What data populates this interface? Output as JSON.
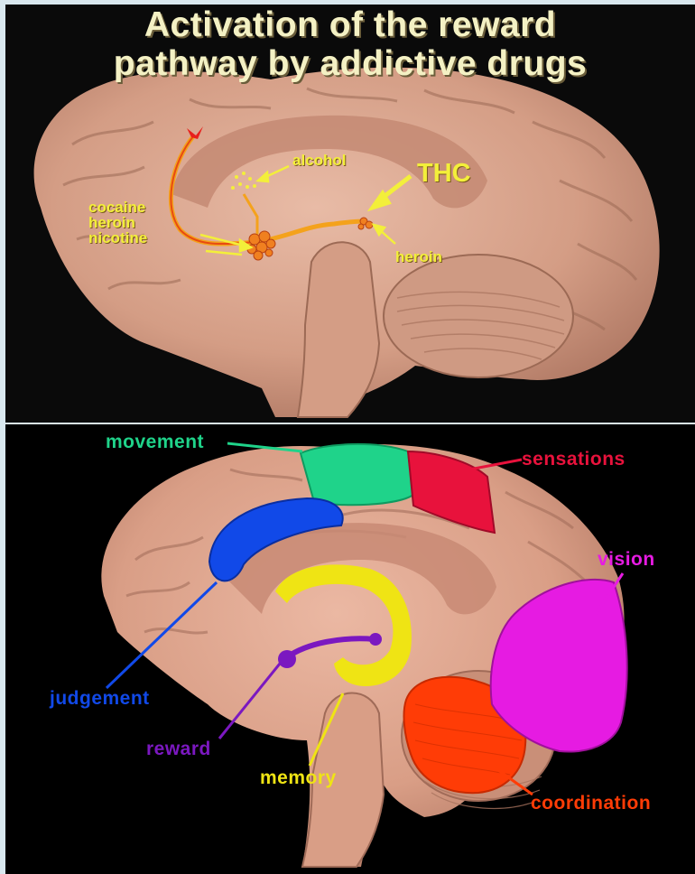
{
  "title_line1": "Activation of the reward",
  "title_line2": "pathway by addictive drugs",
  "top_labels": {
    "alcohol": "alcohol",
    "thc": "THC",
    "cocaine": "cocaine",
    "heroin_left": "heroin",
    "nicotine": "nicotine",
    "heroin_right": "heroin"
  },
  "bottom_labels": {
    "movement": "movement",
    "sensations": "sensations",
    "vision": "vision",
    "judgement": "judgement",
    "reward": "reward",
    "memory": "memory",
    "coordination": "coordination"
  },
  "colors": {
    "brain": "#d9a58e",
    "movement": "#1fd38a",
    "sensations": "#e8123c",
    "vision": "#e61be2",
    "judgement": "#1149e8",
    "reward": "#7b18c0",
    "memory": "#efe414",
    "coordination": "#ff3c06",
    "pathway_label": "#f3ef3a"
  }
}
